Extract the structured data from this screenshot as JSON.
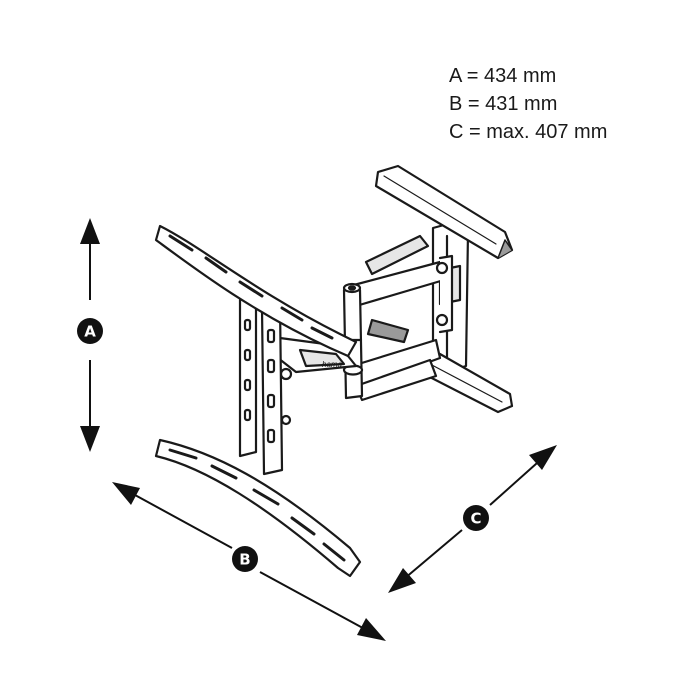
{
  "dimensions": [
    {
      "label": "A = 434 mm"
    },
    {
      "label": "B = 431 mm"
    },
    {
      "label": "C = max. 407 mm"
    }
  ],
  "markers": {
    "a": "A",
    "b": "B",
    "c": "C"
  },
  "product_brand": "hama",
  "colors": {
    "ink": "#1a1a1a",
    "badge": "#111111",
    "product_fill": "#ffffff",
    "shade": "#9a9a9a"
  }
}
